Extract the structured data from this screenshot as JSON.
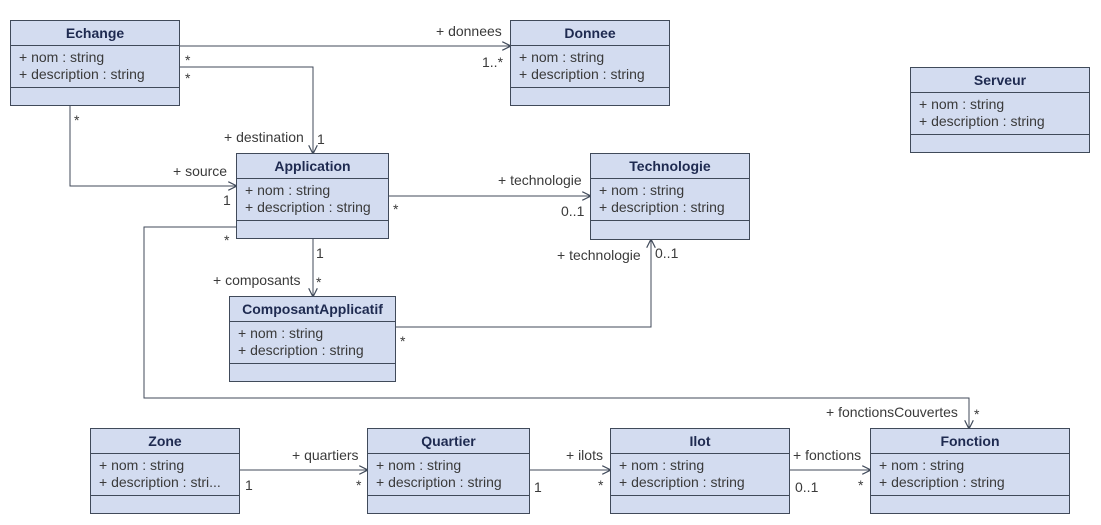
{
  "classes": {
    "echange": {
      "name": "Echange",
      "attrs": [
        "+ nom : string",
        "+ description : string"
      ]
    },
    "donnee": {
      "name": "Donnee",
      "attrs": [
        "+ nom : string",
        "+ description : string"
      ]
    },
    "serveur": {
      "name": "Serveur",
      "attrs": [
        "+ nom : string",
        "+ description : string"
      ]
    },
    "application": {
      "name": "Application",
      "attrs": [
        "+ nom : string",
        "+ description : string"
      ]
    },
    "technologie": {
      "name": "Technologie",
      "attrs": [
        "+ nom : string",
        "+ description : string"
      ]
    },
    "composant": {
      "name": "ComposantApplicatif",
      "attrs": [
        "+ nom : string",
        "+ description : string"
      ]
    },
    "zone": {
      "name": "Zone",
      "attrs": [
        "+ nom : string",
        "+ description : stri..."
      ]
    },
    "quartier": {
      "name": "Quartier",
      "attrs": [
        "+ nom : string",
        "+ description : string"
      ]
    },
    "ilot": {
      "name": "Ilot",
      "attrs": [
        "+ nom : string",
        "+ description : string"
      ]
    },
    "fonction": {
      "name": "Fonction",
      "attrs": [
        "+ nom : string",
        "+ description : string"
      ]
    }
  },
  "associations": {
    "echange_donnee": {
      "role": "+ donnees",
      "src_mult": "*",
      "dst_mult": "1..*"
    },
    "echange_app_dest": {
      "role": "+ destination",
      "src_mult": "*",
      "dst_mult": "1"
    },
    "echange_app_src": {
      "role": "+ source",
      "src_mult": "*",
      "dst_mult": "1"
    },
    "app_techno": {
      "role": "+ technologie",
      "src_mult": "*",
      "dst_mult": "0..1"
    },
    "app_composant": {
      "role": "+ composants",
      "src_mult": "1",
      "dst_mult": "*"
    },
    "composant_techno": {
      "role": "+ technologie",
      "src_mult": "*",
      "dst_mult": "0..1"
    },
    "app_fonction": {
      "role": "+ fonctionsCouvertes",
      "src_mult": "*",
      "dst_mult": "*"
    },
    "zone_quartier": {
      "role": "+ quartiers",
      "src_mult": "1",
      "dst_mult": "*"
    },
    "quartier_ilot": {
      "role": "+ ilots",
      "src_mult": "1",
      "dst_mult": "*"
    },
    "ilot_fonction": {
      "role": "+ fonctions",
      "src_mult": "0..1",
      "dst_mult": "*"
    }
  }
}
